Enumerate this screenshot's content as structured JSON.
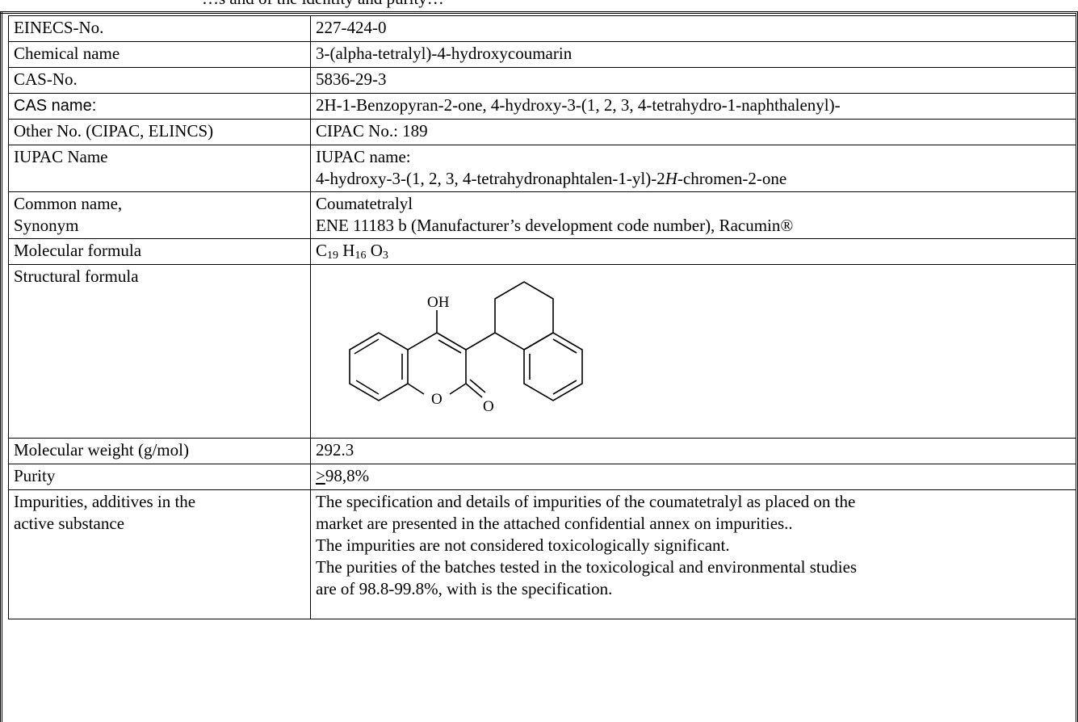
{
  "header": {
    "top_text": "…s and of the identity and purity…"
  },
  "rows": [
    {
      "label": "EINECS-No.",
      "value": "227-424-0"
    },
    {
      "label": "Chemical name",
      "value": "3-(alpha-tetralyl)-4-hydroxycoumarin"
    },
    {
      "label": "CAS-No.",
      "value": "5836-29-3"
    },
    {
      "label": "CAS name:",
      "value": "2H-1-Benzopyran-2-one, 4-hydroxy-3-(1, 2, 3, 4-tetrahydro-1-naphthalenyl)-"
    },
    {
      "label": "Other No. (CIPAC, ELINCS)",
      "value": "CIPAC No.: 189"
    },
    {
      "label": "IUPAC Name",
      "line1": "IUPAC name:",
      "line2_pre": "4-hydroxy-3-(1, 2, 3, 4-tetrahydronaphtalen-1-yl)-2",
      "line2_italic": "H",
      "line2_post": "-chromen-2-one"
    },
    {
      "label_line1": "Common name,",
      "label_line2": "Synonym",
      "line1": "Coumatetralyl",
      "line2": "ENE 11183 b (Manufacturer’s development code number), Racumin®"
    },
    {
      "label": "Molecular formula",
      "c": "C",
      "c_sub": "19",
      "h": "H",
      "h_sub": "16",
      "o": "O",
      "o_sub": "3"
    },
    {
      "label": "Structural formula",
      "oh_label": "OH",
      "ring_o_label": "O",
      "carbonyl_o_label": "O"
    },
    {
      "label": "Molecular weight (g/mol)",
      "value": "292.3"
    },
    {
      "label": "Purity",
      "value_u": ">",
      "value_rest": "98,8%"
    },
    {
      "label_line1": "Impurities, additives in the",
      "label_line2": "active substance",
      "p1a": "The specification and details of impurities of the coumatetralyl as placed on the",
      "p1b": "market are presented in the attached confidential annex on impurities..",
      "p2": "The impurities are not considered toxicologically significant.",
      "p3a": "The purities of the batches tested in the toxicological and environmental studies",
      "p3b": "are of 98.8-99.8%, with is the specification."
    }
  ]
}
